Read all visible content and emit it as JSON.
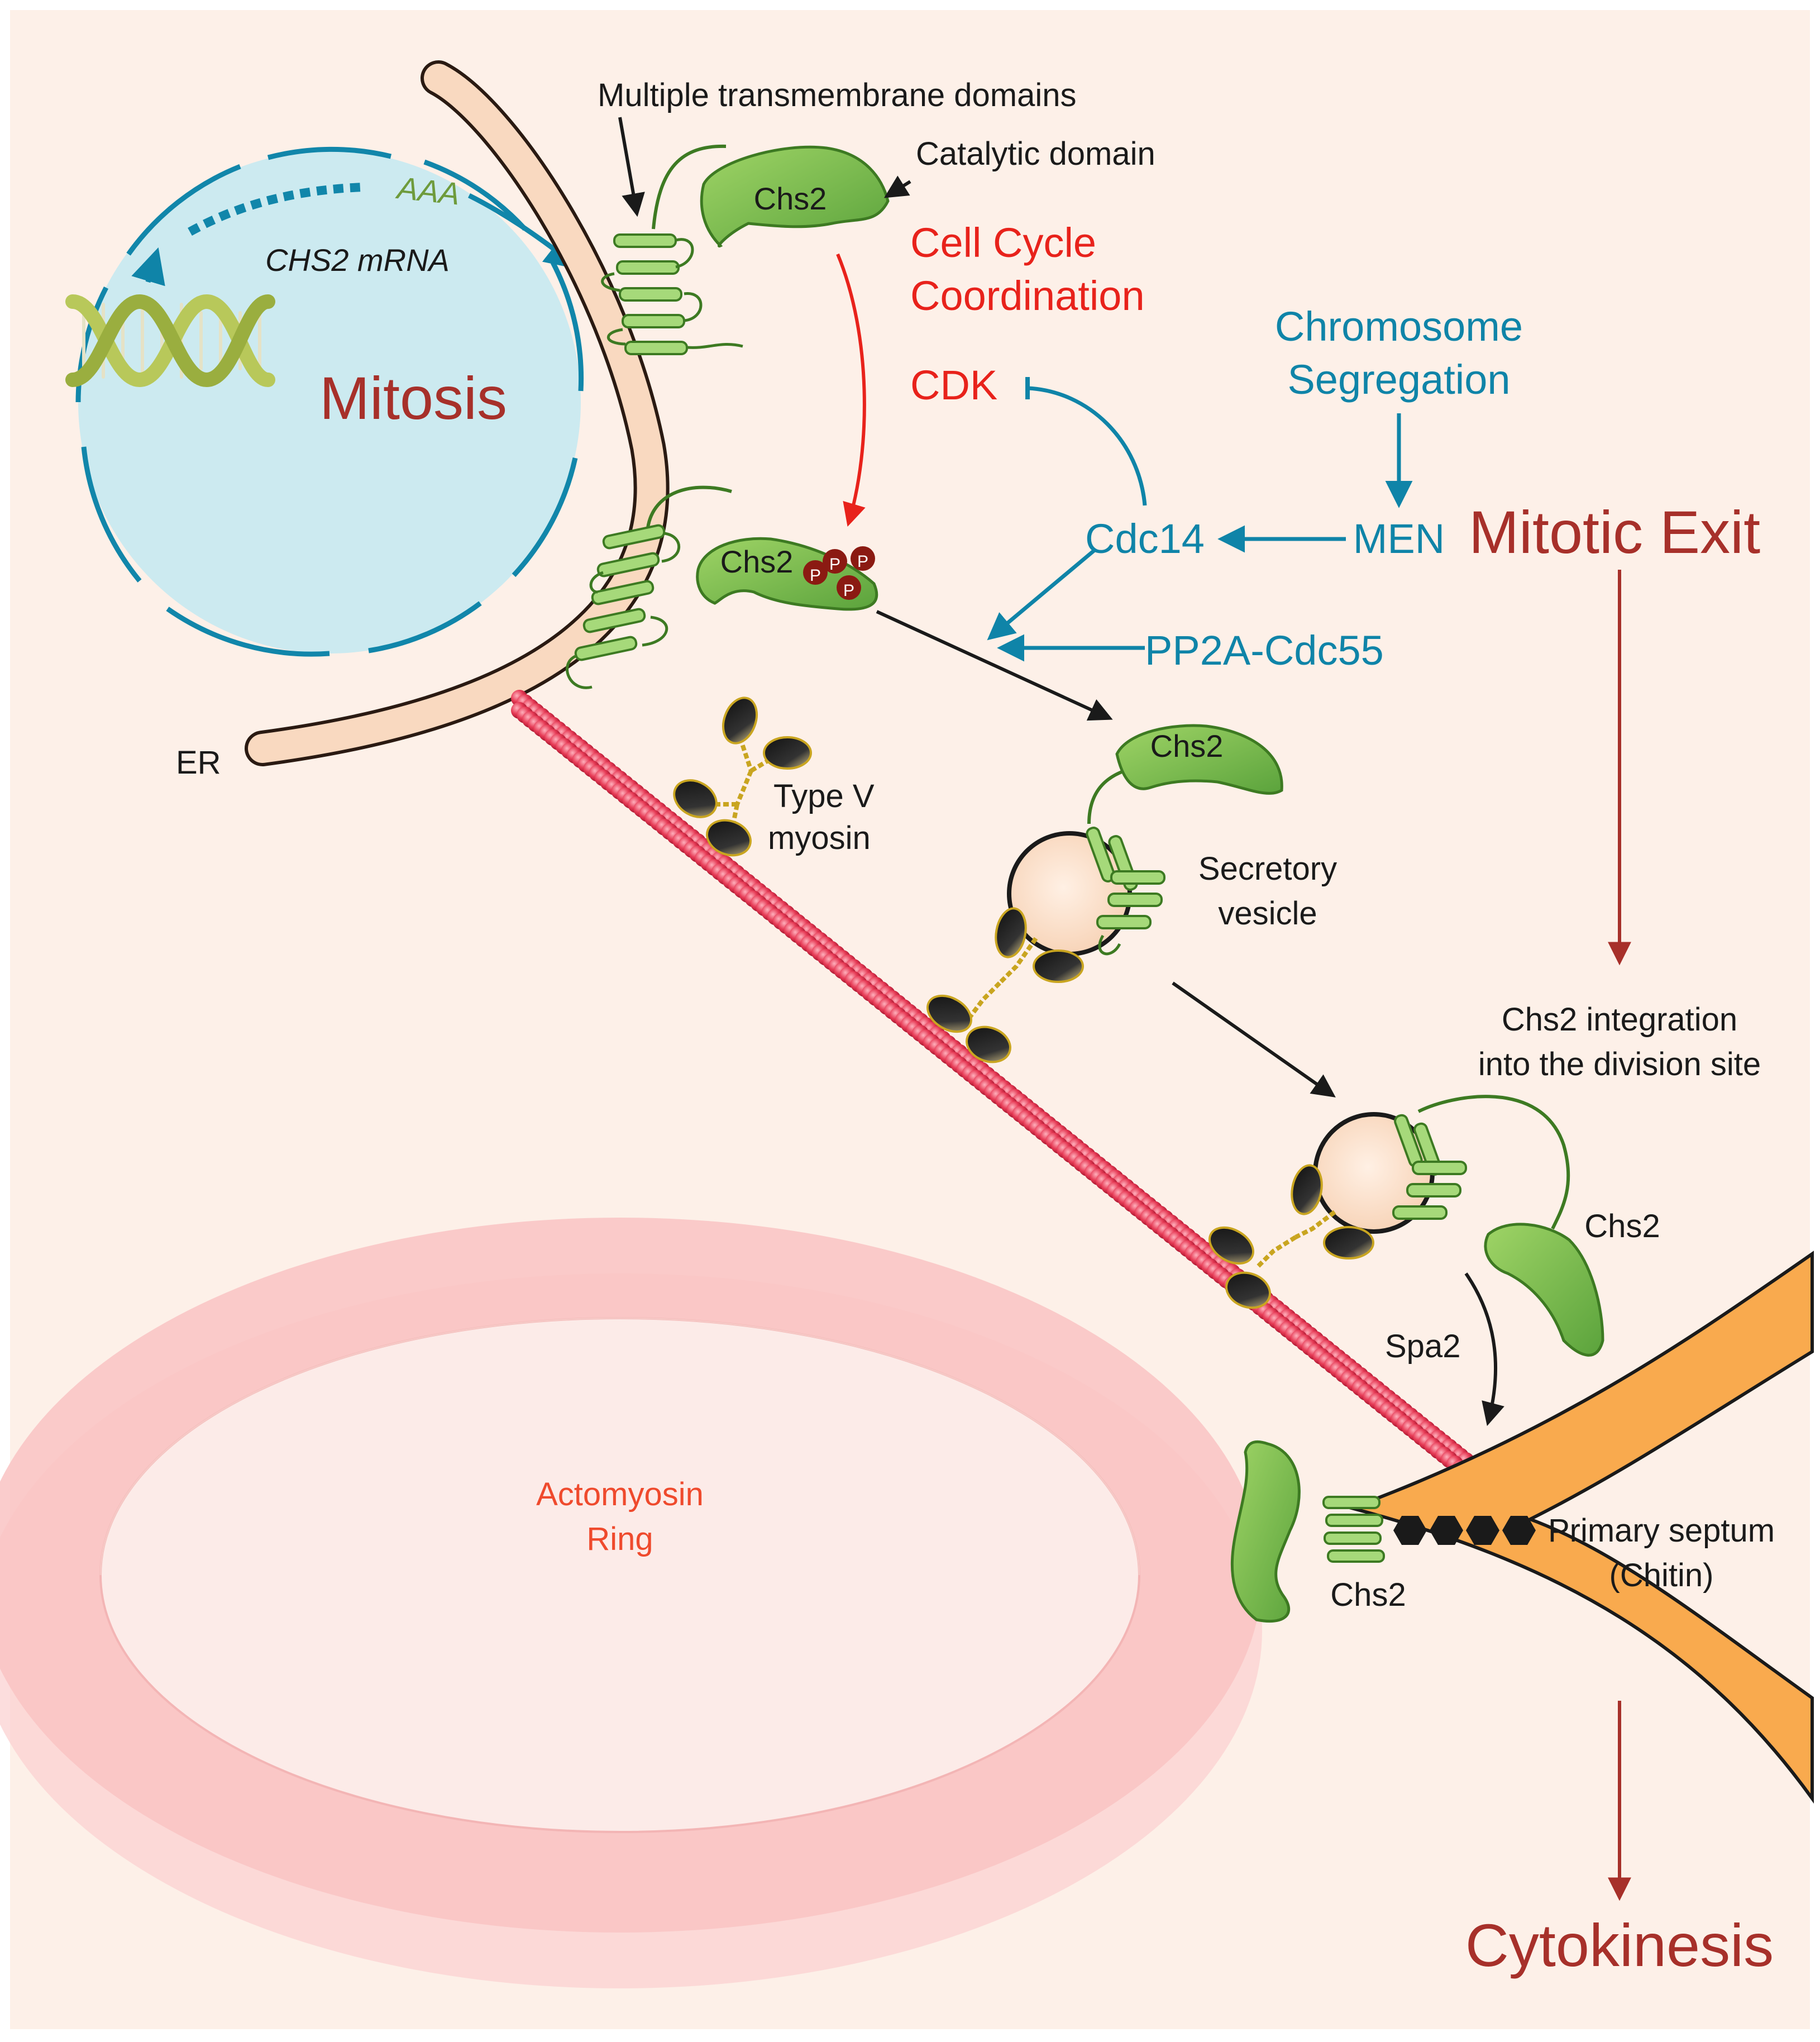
{
  "labels": {
    "mitosis": "Mitosis",
    "mrna": "CHS2 mRNA",
    "polyA": "AAA",
    "er": "ER",
    "tm_domains": "Multiple transmembrane domains",
    "catalytic_domain": "Catalytic domain",
    "cell_cycle_1": "Cell Cycle",
    "cell_cycle_2": "Coordination",
    "cdk": "CDK",
    "chromosome_1": "Chromosome",
    "chromosome_2": "Segregation",
    "men": "MEN",
    "mitotic_exit": "Mitotic Exit",
    "cdc14": "Cdc14",
    "pp2a": "PP2A-Cdc55",
    "chs2": "Chs2",
    "phospho": "P",
    "myosin_1": "Type V",
    "myosin_2": "myosin",
    "vesicle_1": "Secretory",
    "vesicle_2": "vesicle",
    "integration_1": "Chs2 integration",
    "integration_2": "into the division site",
    "spa2": "Spa2",
    "septum_1": "Primary septum",
    "septum_2": "(Chitin)",
    "ring_1": "Actomyosin",
    "ring_2": "Ring",
    "cytokinesis": "Cytokinesis"
  },
  "colors": {
    "background": "#fdf0e8",
    "nucleus": "#cceaf0",
    "nuclear_envelope": "#1186aa",
    "er": "#f9d9c0",
    "protein": "#7dbf4e",
    "actin": "#e43a55",
    "septum": "#f9aa4e",
    "dark_red": "#a7302a",
    "signal_red": "#e8221b",
    "signal_blue": "#0f84a8",
    "phospho": "#8b1a12",
    "myosin_gold": "#c9a520"
  },
  "icons": [
    "dna-helix-icon",
    "transmembrane-helix-icon",
    "phosphate-icon",
    "myosin-head-icon",
    "chitin-hexagon-icon"
  ]
}
